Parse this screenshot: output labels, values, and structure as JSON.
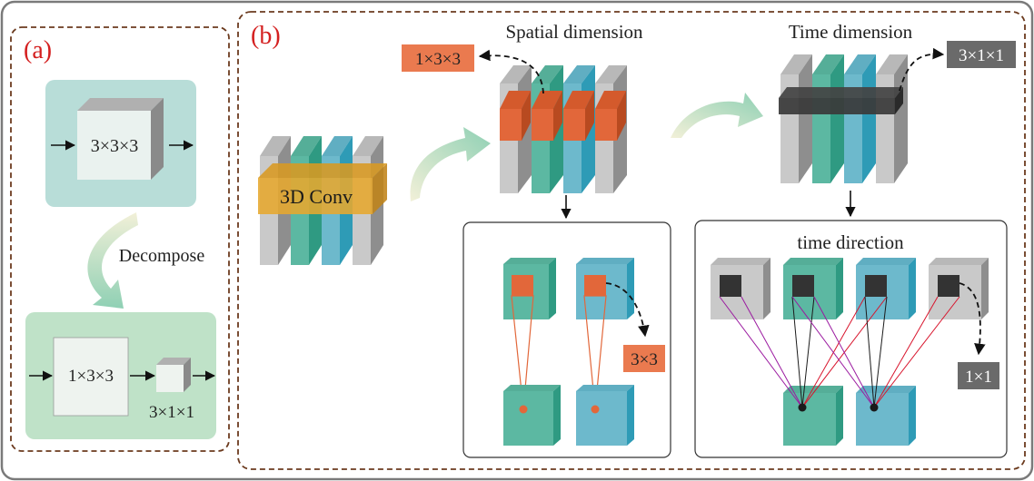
{
  "panel_a": {
    "label": "(a)",
    "kernel_3d_label": "3×3×3",
    "decompose_label": "Decompose",
    "spatial_kernel_label": "1×3×3",
    "temporal_kernel_label": "3×1×1"
  },
  "panel_b": {
    "label": "(b)",
    "conv_label": "3D Conv",
    "spatial_title": "Spatial dimension",
    "time_title": "Time dimension",
    "spatial_kernel_tag": "1×3×3",
    "temporal_kernel_tag": "3×1×1",
    "spatial_detail_tag": "3×3",
    "time_direction_title": "time direction",
    "temporal_detail_tag": "1×1"
  },
  "colors": {
    "frame_border": "#7a7a7a",
    "dashed_border": "#6b3a1e",
    "panel_label": "#d42020",
    "gray_face": "#c9c9c9",
    "gray_side": "#8e8e8e",
    "teal_face": "#5cb8a2",
    "teal_side": "#2f9a82",
    "blue_face": "#6db9cc",
    "blue_side": "#2e9bb6",
    "conv_orange": "#e7a92f",
    "kernel_orange": "#e2673a",
    "tag_orange": "#ea7a4f",
    "tag_gray": "#6a6a6a",
    "dark_kernel": "#333333",
    "mint_box": "#b8ddd8",
    "green_box": "#bfe2c8",
    "line_purple": "#9b1aa0",
    "line_red": "#d8142c",
    "line_black": "#1a1a1a"
  }
}
